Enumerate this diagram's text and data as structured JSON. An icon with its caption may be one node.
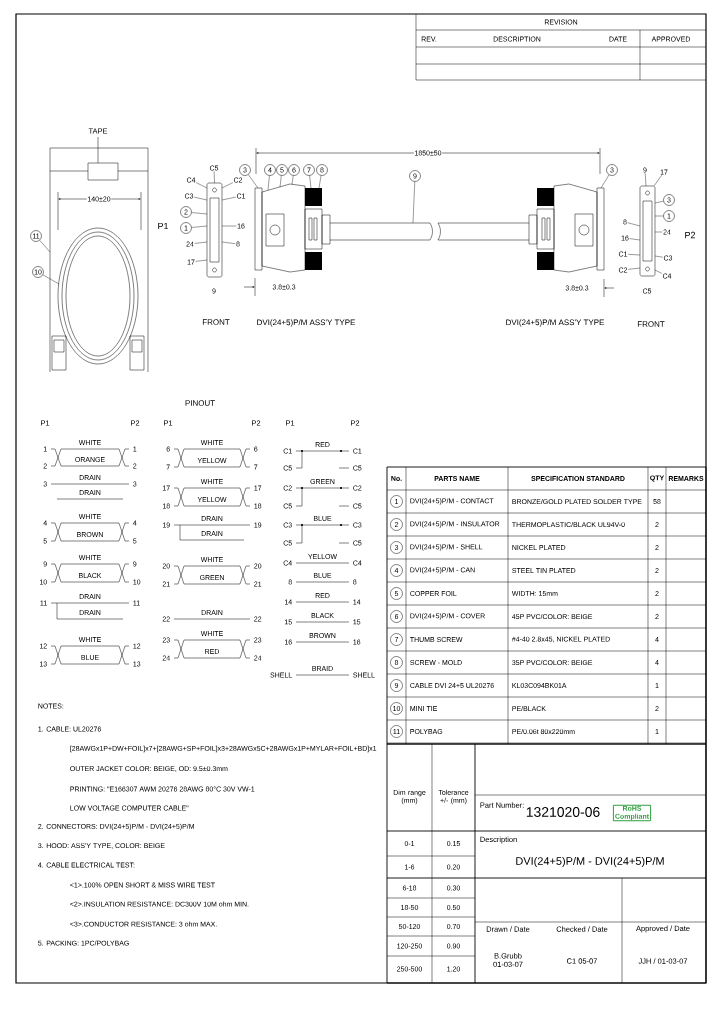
{
  "diagram": {
    "nodes": [
      {
        "text": [
          "11"
        ]
      },
      {
        "text": [
          "10"
        ]
      },
      {
        "text": [
          "C5"
        ]
      },
      {
        "text": [
          "C4"
        ]
      },
      {
        "text": [
          "C2"
        ]
      },
      {
        "text": [
          "C3"
        ]
      },
      {
        "text": [
          "C1"
        ]
      },
      {
        "text": [
          "2"
        ]
      },
      {
        "text": [
          "1"
        ]
      },
      {
        "text": [
          "16"
        ]
      },
      {
        "text": [
          "24"
        ]
      },
      {
        "text": [
          "8"
        ]
      },
      {
        "text": [
          "17"
        ]
      },
      {
        "text": [
          "3"
        ]
      },
      {
        "text": [
          "4"
        ]
      },
      {
        "text": [
          "5"
        ]
      },
      {
        "text": [
          "6"
        ]
      },
      {
        "text": [
          "7"
        ]
      },
      {
        "text": [
          "8"
        ]
      },
      {
        "text": [
          "9"
        ]
      },
      {
        "text": [
          "3"
        ]
      },
      {
        "text": [
          "9"
        ]
      },
      {
        "text": [
          "17"
        ]
      },
      {
        "text": [
          "3"
        ]
      },
      {
        "text": [
          "1"
        ]
      },
      {
        "text": [
          "8"
        ]
      },
      {
        "text": [
          "24"
        ]
      },
      {
        "text": [
          "16"
        ]
      },
      {
        "text": [
          "C1"
        ]
      },
      {
        "text": [
          "C3"
        ]
      },
      {
        "text": [
          "C2"
        ]
      },
      {
        "text": [
          "C4"
        ]
      },
      {
        "text": [
          "1"
        ]
      },
      {
        "text": [
          "2"
        ]
      },
      {
        "text": [
          "3"
        ]
      },
      {
        "text": [
          "4"
        ]
      },
      {
        "text": [
          "5"
        ]
      },
      {
        "text": [
          "6"
        ]
      },
      {
        "text": [
          "7"
        ]
      },
      {
        "text": [
          "8"
        ]
      },
      {
        "text": [
          "9"
        ]
      },
      {
        "text": [
          "10"
        ]
      },
      {
        "text": [
          "11"
        ]
      },
      {
        "text": [],
        "shape": "picture",
        "beside": [
          "TAPE"
        ]
      },
      {
        "text": [],
        "shape": "box"
      },
      {
        "text": [],
        "shape": "picture"
      },
      {
        "text": [],
        "shape": "box"
      }
    ],
    "edges": [
      {
        "from": 0,
        "to": 43,
        "arrow": "none"
      },
      {
        "from": 1,
        "to": 43,
        "arrow": "none"
      },
      {
        "from": 2,
        "to": 44,
        "arrow": "none"
      },
      {
        "from": 3,
        "to": 44,
        "arrow": "none"
      },
      {
        "from": 4,
        "to": 44,
        "arrow": "none"
      },
      {
        "from": 5,
        "to": 44,
        "arrow": "none"
      },
      {
        "from": 6,
        "to": 44,
        "arrow": "none"
      },
      {
        "from": 7,
        "to": 44,
        "arrow": "none"
      },
      {
        "from": 8,
        "to": 44,
        "arrow": "none"
      },
      {
        "from": 9,
        "to": 44,
        "arrow": "none"
      },
      {
        "from": 10,
        "to": 44,
        "arrow": "none"
      },
      {
        "from": 11,
        "to": 44,
        "arrow": "none"
      },
      {
        "from": 12,
        "to": 44,
        "arrow": "none"
      },
      {
        "from": 13,
        "to": 45,
        "arrow": "none"
      },
      {
        "from": 14,
        "to": 45,
        "arrow": "none"
      },
      {
        "from": 15,
        "to": 45,
        "arrow": "none"
      },
      {
        "from": 16,
        "to": 45,
        "arrow": "none"
      },
      {
        "from": 17,
        "to": 45,
        "arrow": "none"
      },
      {
        "from": 18,
        "to": 45,
        "arrow": "none"
      },
      {
        "from": 19,
        "to": 45,
        "arrow": "none"
      },
      {
        "from": 20,
        "to": 45,
        "arrow": "none"
      },
      {
        "from": 21,
        "to": 46,
        "arrow": "none"
      },
      {
        "from": 22,
        "to": 46,
        "arrow": "none"
      },
      {
        "from": 23,
        "to": 46,
        "arrow": "none"
      },
      {
        "from": 24,
        "to": 46,
        "arrow": "none"
      },
      {
        "from": 25,
        "to": 46,
        "arrow": "none"
      },
      {
        "from": 26,
        "to": 46,
        "arrow": "none"
      },
      {
        "from": 27,
        "to": 46,
        "arrow": "none"
      },
      {
        "from": 28,
        "to": 46,
        "arrow": "none"
      },
      {
        "from": 29,
        "to": 46,
        "arrow": "none"
      },
      {
        "from": 30,
        "to": 46,
        "arrow": "none"
      },
      {
        "from": 31,
        "to": 46,
        "arrow": "none"
      }
    ],
    "labels": [
      "REVISION",
      "REV.",
      "DESCRIPTION",
      "DATE",
      "APPROVED",
      "140±20",
      "1850±50",
      "P1",
      "9",
      "3.8±0.3",
      "3.8±0.3",
      "P2",
      "C5",
      "FRONT",
      "DVI(24+5)P/M ASS'Y TYPE",
      "DVI(24+5)P/M ASS'Y TYPE",
      "FRONT",
      "PINOUT",
      "P1",
      "P2",
      "P1",
      "P2",
      "P1",
      "P2",
      "1",
      "WHITE",
      "1",
      "2",
      "ORANGE",
      "2",
      "3",
      "DRAIN",
      "3",
      "DRAIN",
      "4",
      "WHITE",
      "4",
      "5",
      "BROWN",
      "5",
      "9",
      "WHITE",
      "9",
      "10",
      "BLACK",
      "10",
      "11",
      "DRAIN",
      "11",
      "DRAIN",
      "12",
      "WHITE",
      "12",
      "13",
      "BLUE",
      "13",
      "6",
      "WHITE",
      "6",
      "7",
      "YELLOW",
      "7",
      "17",
      "WHITE",
      "17",
      "18",
      "YELLOW",
      "18",
      "19",
      "DRAIN",
      "19",
      "DRAIN",
      "20",
      "WHITE",
      "20",
      "21",
      "GREEN",
      "21",
      "22",
      "DRAIN",
      "22",
      "23",
      "WHITE",
      "23",
      "24",
      "RED",
      "24",
      "C1",
      "RED",
      "C1",
      "C5",
      "C5",
      "C2",
      "GREEN",
      "C2",
      "C5",
      "C5",
      "C3",
      "BLUE",
      "C3",
      "C5",
      "C5",
      "C4",
      "YELLOW",
      "C4",
      "8",
      "BLUE",
      "8",
      "14",
      "RED",
      "14",
      "15",
      "BLACK",
      "15",
      "16",
      "BROWN",
      "16",
      "SHELL",
      "BRAID",
      "SHELL",
      "No.",
      "PARTS NAME",
      "SPECIFICATION STANDARD",
      "QTY",
      "REMARKS",
      "DVI(24+5)P/M - CONTACT",
      "BRONZE/GOLD PLATED SOLDER TYPE",
      "58",
      "DVI(24+5)P/M - INSULATOR",
      "THERMOPLASTIC/BLACK UL94V-0",
      "2",
      "DVI(24+5)P/M - SHELL",
      "NICKEL PLATED",
      "2",
      "DVI(24+5)P/M - CAN",
      "STEEL TIN PLATED",
      "2",
      "COPPER FOIL",
      "WIDTH: 15mm",
      "2",
      "DVI(24+5)P/M - COVER",
      "45P PVC/COLOR: BEIGE",
      "2",
      "THUMB SCREW",
      "#4-40 2.8x45, NICKEL PLATED",
      "4",
      "SCREW - MOLD",
      "35P PVC/COLOR: BEIGE",
      "4",
      "CABLE DVI 24+5 UL20276",
      "KL03C094BK01A",
      "1",
      "MINI TIE",
      "PE/BLACK",
      "2",
      "POLYBAG",
      "PE/0.06t 80x220mm",
      "1",
      "NOTES:",
      "1. CABLE: UL20276",
      "[28AWGx1P+DW+FOIL]x7+[28AWG+SP+FOIL]x3+28AWGx5C+28AWGx1P+MYLAR+FOIL+BD]x1",
      "OUTER JACKET COLOR: BEIGE, OD: 9.5±0.3mm",
      "PRINTING: \"E166307 AWM 20276 28AWG 80°C 30V VW-1",
      "LOW VOLTAGE COMPUTER CABLE\"",
      "2. CONNECTORS: DVI(24+5)P/M - DVI(24+5)P/M",
      "3. HOOD: ASS'Y TYPE, COLOR: BEIGE",
      "4. CABLE ELECTRICAL TEST:",
      "<1>.100% OPEN SHORT & MISS WIRE TEST",
      "<2>.INSULATION RESISTANCE: DC300V 10M ohm MIN.",
      "<3>.CONDUCTOR RESISTANCE: 3 ohm MAX.",
      "5. PACKING: 1PC/POLYBAG",
      "Dim range (mm)",
      "Tolerance +/- (mm)",
      "0-1",
      "0.15",
      "1-6",
      "0.20",
      "6-18",
      "0.30",
      "18-50",
      "0.50",
      "50-120",
      "0.70",
      "120-250",
      "0.90",
      "250-500",
      "1.20",
      "Part Number:",
      "1321020-06",
      "RoHS Compliant",
      "Description",
      "DVI(24+5)P/M - DVI(24+5)P/M",
      "Drawn / Date",
      "Checked / Date",
      "Approved / Date",
      "B.Grubb 01-03-07",
      "C1 05-07",
      "JJH / 01-03-07"
    ]
  }
}
